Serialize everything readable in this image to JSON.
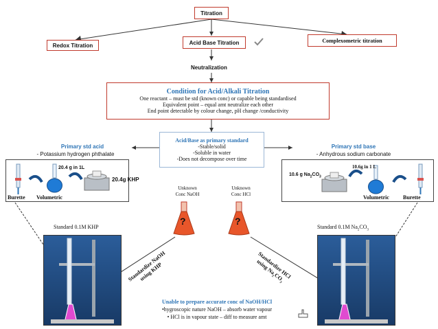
{
  "top": {
    "title": "Titration"
  },
  "branches": {
    "redox": "Redox Titration",
    "acid_base": "Acid Base Titration",
    "complex": "Complexometric titration"
  },
  "neutralization": "Neutralization",
  "condition": {
    "title": "Condition for Acid/Alkali Titration",
    "lines": [
      "One reactant – must be std (known conc) or capable being standardised",
      "Equivalent point – equal amt neutralize each other",
      "End point detectable by colour change, pH change /conductivity"
    ]
  },
  "primary": {
    "title": "Acid/Base as primary standard",
    "lines": [
      "-Stable/solid",
      "-Soluble in water",
      "-Does not decompose over time"
    ]
  },
  "left": {
    "header": "Primary std acid",
    "sub": "- Potassium hydrogen phthalate",
    "mass_label": "20.4 g in 1L",
    "khp_label": "20.4g KHP",
    "burette": "Burette",
    "volumetric": "Volumetric",
    "standard": "Standard 0.1M KHP"
  },
  "right": {
    "header": "Primary std base",
    "sub": "- Anhydrous sodium carbonate",
    "mass_label": "10.6g in 1 L",
    "na_label": "10.6 g Na",
    "na_sub": "2",
    "na_tail": "CO",
    "na_sub2": "3",
    "burette": "Burette",
    "volumetric": "Volumetric",
    "standard_a": "Standard 0.1M Na",
    "standard_sub": "2",
    "standard_b": "CO",
    "standard_sub2": "3"
  },
  "unknown": {
    "naoh": [
      "Unknown",
      "Conc NaOH"
    ],
    "hcl": [
      "Unknown",
      "Conc HCl"
    ],
    "question": "?"
  },
  "diagonal": {
    "left": [
      "Standardize NaOH",
      "using KHP"
    ],
    "right": [
      "Standardize HCl",
      "using Na",
      "2",
      "CO",
      "3"
    ]
  },
  "bottom": {
    "title": "Unable to prepare accurate conc of NaOH/HCl",
    "lines": [
      "•hygroscopic nature NaOH – absorb water vapour",
      "• HCl is in vapour state – diff to measure amt"
    ]
  },
  "colors": {
    "box_border": "#c0392b",
    "accent_blue": "#2e75b6",
    "flask_orange": "#e8562a",
    "flask_blue": "#1f7bd6",
    "lab_blue": "#1a4f8a"
  }
}
